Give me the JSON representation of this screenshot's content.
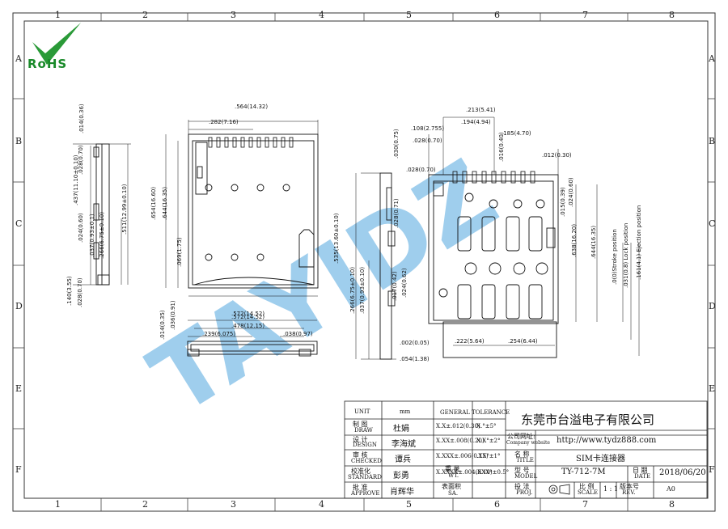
{
  "grid": {
    "columns": [
      "1",
      "2",
      "3",
      "4",
      "5",
      "6",
      "7",
      "8"
    ],
    "rows": [
      "A",
      "B",
      "C",
      "D",
      "E",
      "F"
    ]
  },
  "logo": {
    "text": "RoHS",
    "color": "#1a8a2a"
  },
  "watermark": {
    "text": "TAYIDZ",
    "color": "#8fc6ea"
  },
  "views": {
    "left": {
      "dims": [
        ".014(0.36)",
        ".028(0.70)",
        ".437(11.10±0.10)",
        ".024(0.60)",
        ".037(0.93±0.1)",
        ".266(6.75±0.10)",
        ".511(12.99±0.10)",
        ".140(3.55)",
        ".028(0.70)"
      ]
    },
    "top": {
      "dims": [
        ".564(14.32)",
        ".282(7.16)",
        ".654(16.60)",
        ".644(16.35)",
        ".069(1.75)",
        ".572(14.52)"
      ]
    },
    "bottom": {
      "dims": [
        ".572(14.52)",
        ".478(12.15)",
        ".239(6.075)",
        ".038(0.97)",
        ".036(0.91)",
        ".014(0.35)"
      ]
    },
    "side": {
      "dims": [
        ".028(0.70)",
        ".030(0.75)",
        ".535(13.60±0.10)",
        ".028(0.71)",
        ".266(6.75±0.10)",
        ".037(0.93±0.10)",
        ".017(0.42)",
        ".024(0.62)",
        ".002(0.05)",
        ".054(1.38)"
      ]
    },
    "main": {
      "dims": [
        ".213(5.41)",
        ".108(2.755)",
        ".194(4.94)",
        ".185(4.70)",
        ".028(0.70)",
        ".016(0.40)",
        ".012(0.30)",
        ".015(0.39)",
        ".024(0.60)",
        ".638(16.20)",
        ".644(16.35)",
        ".222(5.64)",
        ".254(6.44)",
        ".0(0)Stroke position",
        ".031(0.8) Lock position",
        ".161(4.1) Ejection position"
      ]
    }
  },
  "title_block": {
    "company": "东莞市台溢电子有限公司",
    "website_label": "公司网址:",
    "website_label_en": "Company website",
    "website": "http://www.tydz888.com",
    "part_name_label": "名 称",
    "part_name_label_en": "TITLE",
    "part_name": "SIM卡连接器",
    "model_label": "型 号",
    "model_label_en": "MODEL",
    "model": "TY-712-7M",
    "date_label": "日 期",
    "date_label_en": "DATE",
    "date": "2018/06/20",
    "unit_label": "UNIT",
    "unit_value": "mm",
    "general_tolerance": "GENERAL TOLERANCE",
    "rows": [
      {
        "cn": "制 图",
        "en": "DRAW",
        "name": "杜娟",
        "tol": "X.X±.012(0.30)",
        "ang": "X.°±5°"
      },
      {
        "cn": "设 计",
        "en": "DESIGN",
        "name": "李海斌",
        "tol": "X.XX±.008(0.20)",
        "ang": "X.X°±2°"
      },
      {
        "cn": "审 核",
        "en": "CHECKED",
        "name": "谭兵",
        "tol": "X.XXX±.006(0.15)",
        "ang": ".XX°±1°"
      },
      {
        "cn": "校准化",
        "en": "STANDARD",
        "name": "彭勇",
        "tol": "X.XXXX±.004(0.10)",
        "ang": ".XXX°±0.5°"
      },
      {
        "cn": "批 准",
        "en": "APPROVE",
        "name": "肖辉华",
        "tol": "",
        "ang": ""
      }
    ],
    "weight_label": "重 量",
    "weight_label_en": "WT.",
    "surface_label": "表面积",
    "surface_label_en": "SA.",
    "projection_label": "投 法",
    "projection_label_en": "PROJ.",
    "scale_label": "比 例",
    "scale_label_en": "SCALE",
    "scale": "1 : 1",
    "rev_label": "版本号",
    "rev_label_en": "REV.",
    "rev": "A0"
  }
}
